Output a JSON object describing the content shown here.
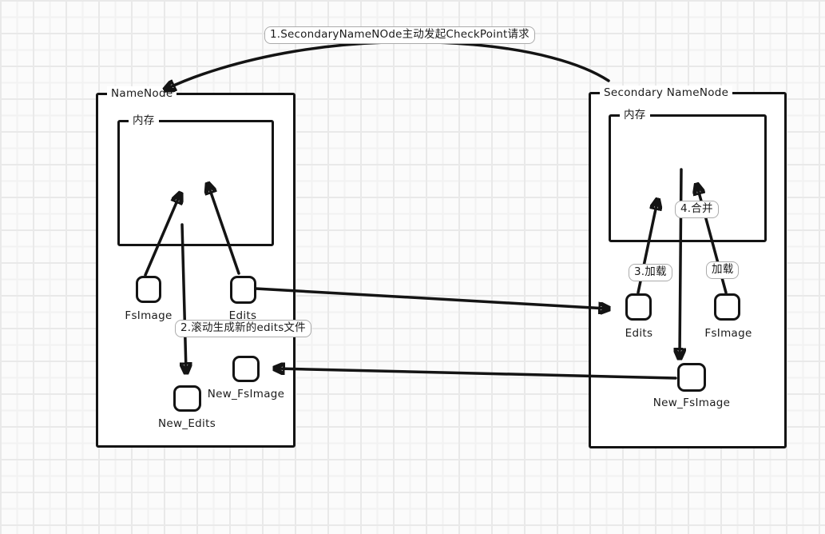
{
  "labels": {
    "step1": "1.SecondaryNameNOde主动发起CheckPoint请求",
    "step2": "2.滚动生成新的edits文件",
    "step3": "3.加载",
    "load": "加载",
    "step4": "4.合并"
  },
  "namenode": {
    "title": "NameNode",
    "memory_label": "内存",
    "fsimage": "FsImage",
    "edits": "Edits",
    "new_fsimage": "New_FsImage",
    "new_edits": "New_Edits"
  },
  "secondary_namenode": {
    "title": "Secondary NameNode",
    "memory_label": "内存",
    "edits": "Edits",
    "fsimage": "FsImage",
    "new_fsimage": "New_FsImage"
  },
  "colors": {
    "stroke": "#141414",
    "pill_border": "#ababab",
    "shape_fill": "#ffffff",
    "grid_major": "#e9e9e9",
    "grid_minor": "#f2f2f2",
    "canvas_background": "#fbfbfb"
  }
}
